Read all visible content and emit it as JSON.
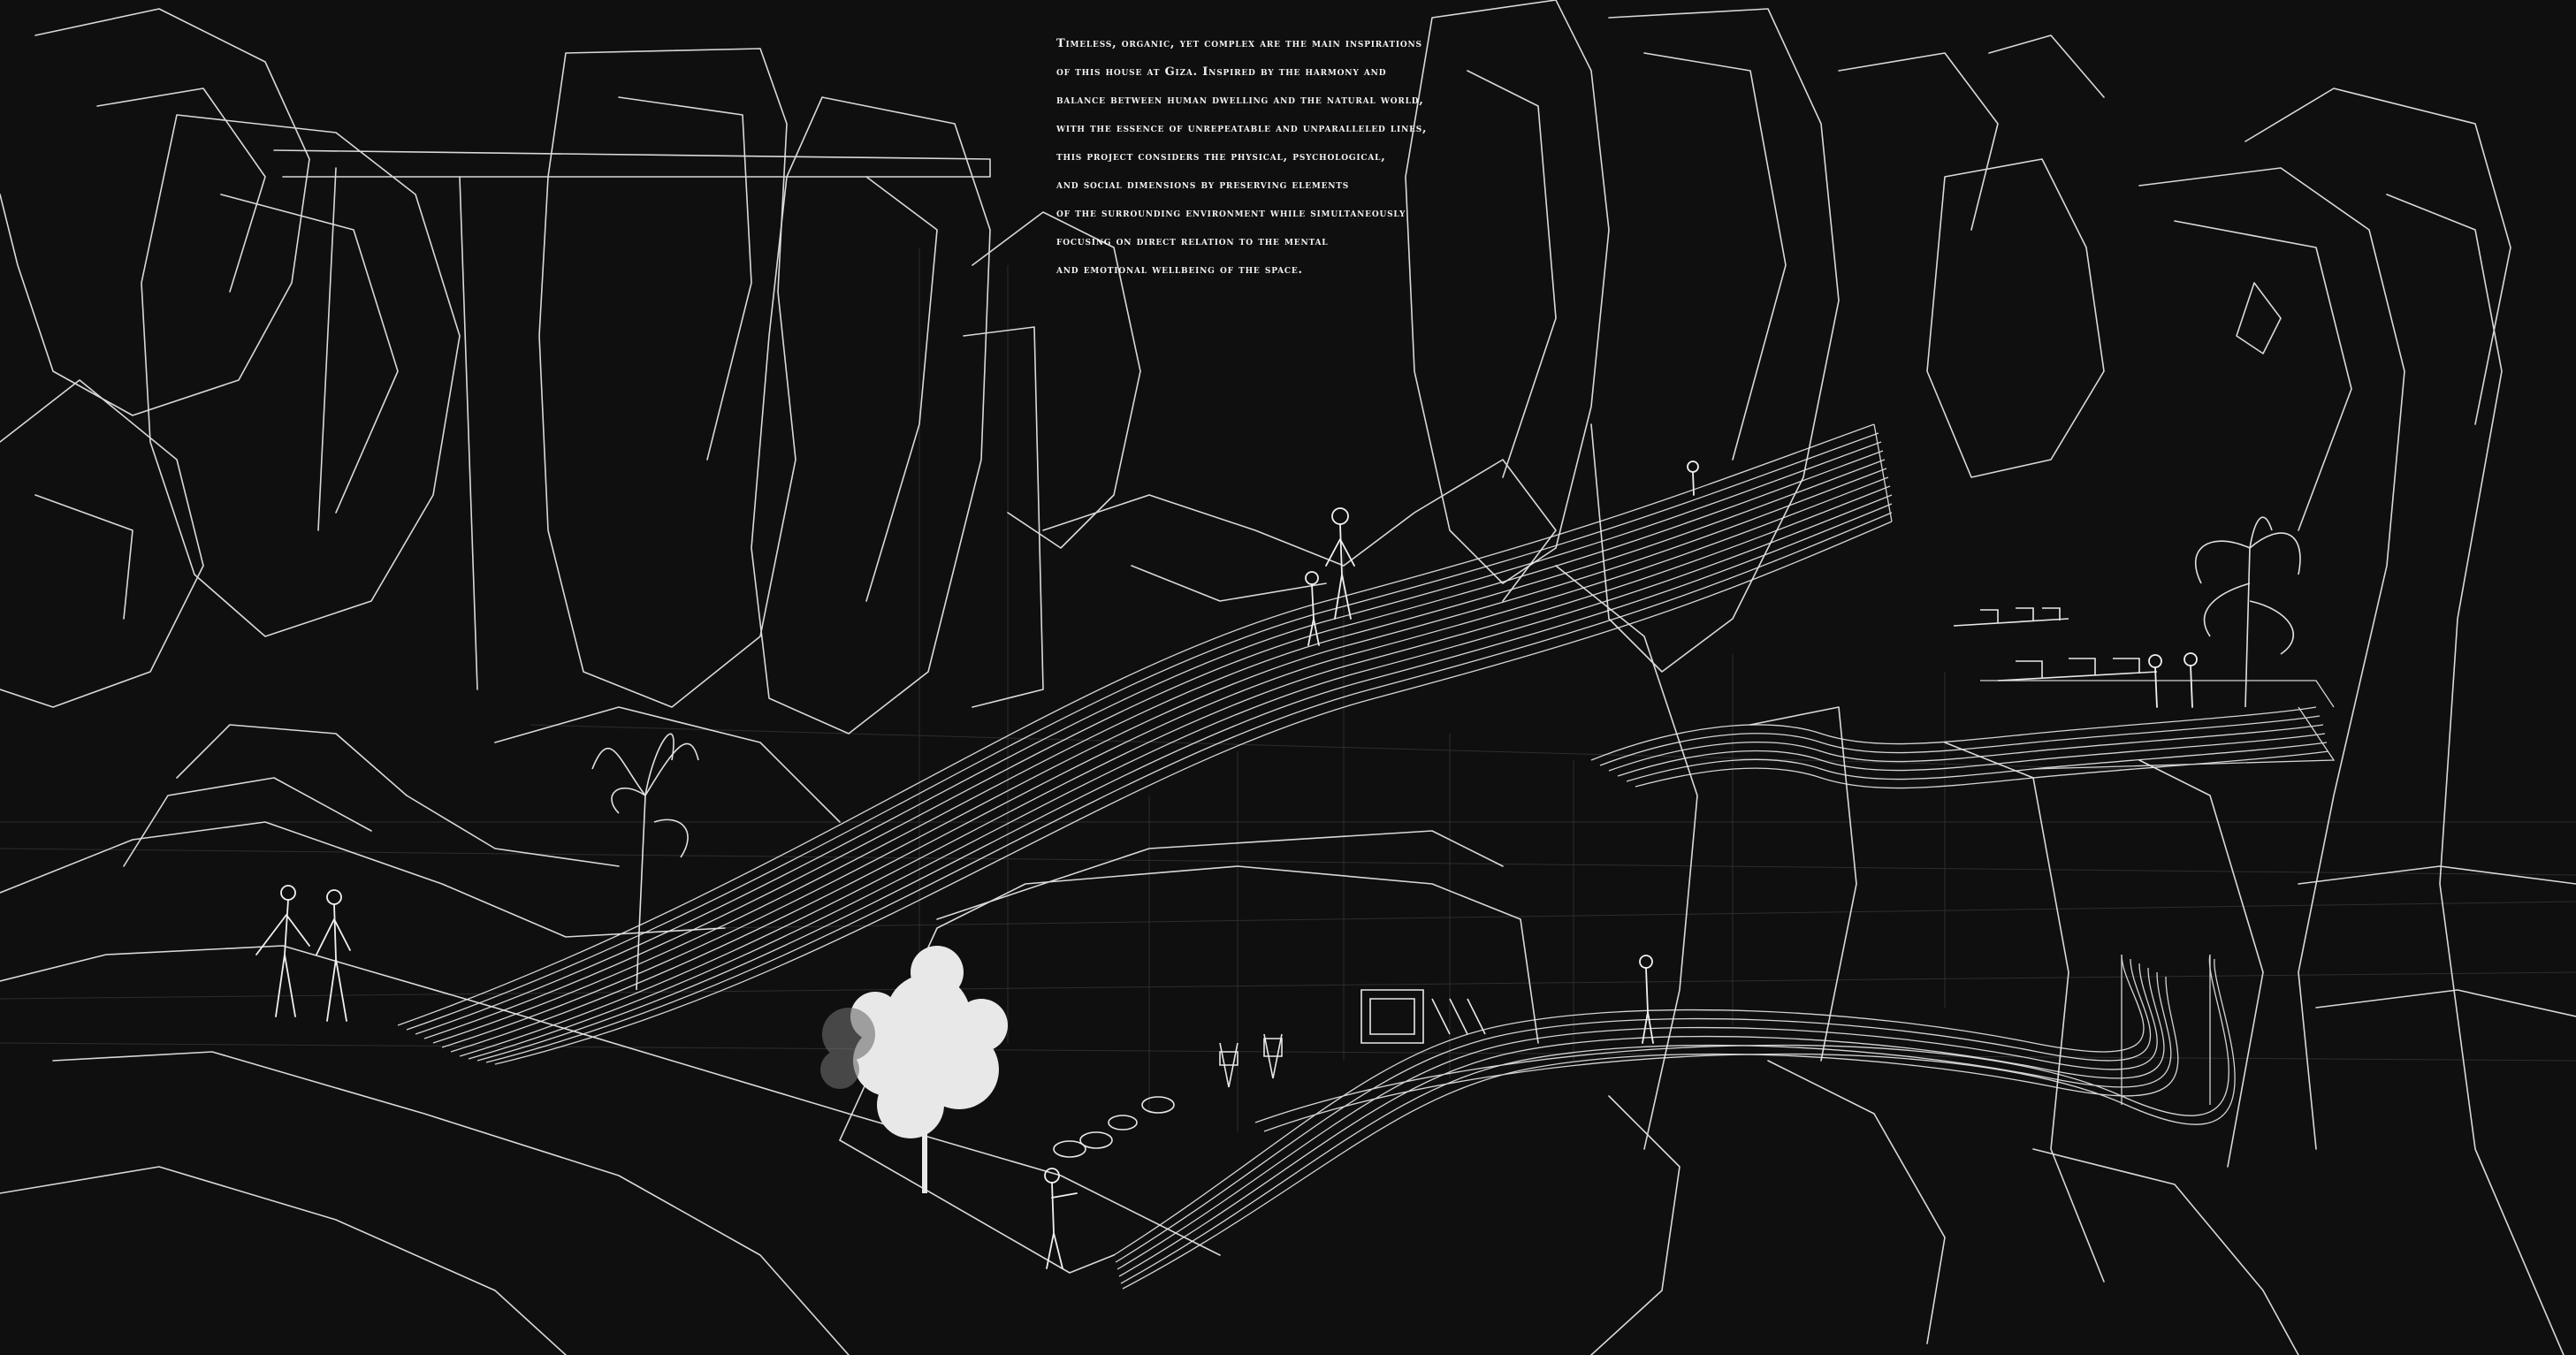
{
  "statement": {
    "lines": [
      "Timeless, organic, yet complex are the main inspirations",
      "of this house at Giza. Inspired by the harmony and",
      "balance between human dwelling and the natural world,",
      "with the essence of unrepeatable and unparalleled lines,",
      "this project considers the physical, psychological,",
      "and social dimensions by preserving elements",
      "of the surrounding environment while simultaneously",
      "focusing on direct relation to the mental",
      "and emotional wellbeing of the space."
    ]
  },
  "colors": {
    "background": "#0f0f0f",
    "linework": "#e6e6e6",
    "text": "#f2f2f2"
  }
}
